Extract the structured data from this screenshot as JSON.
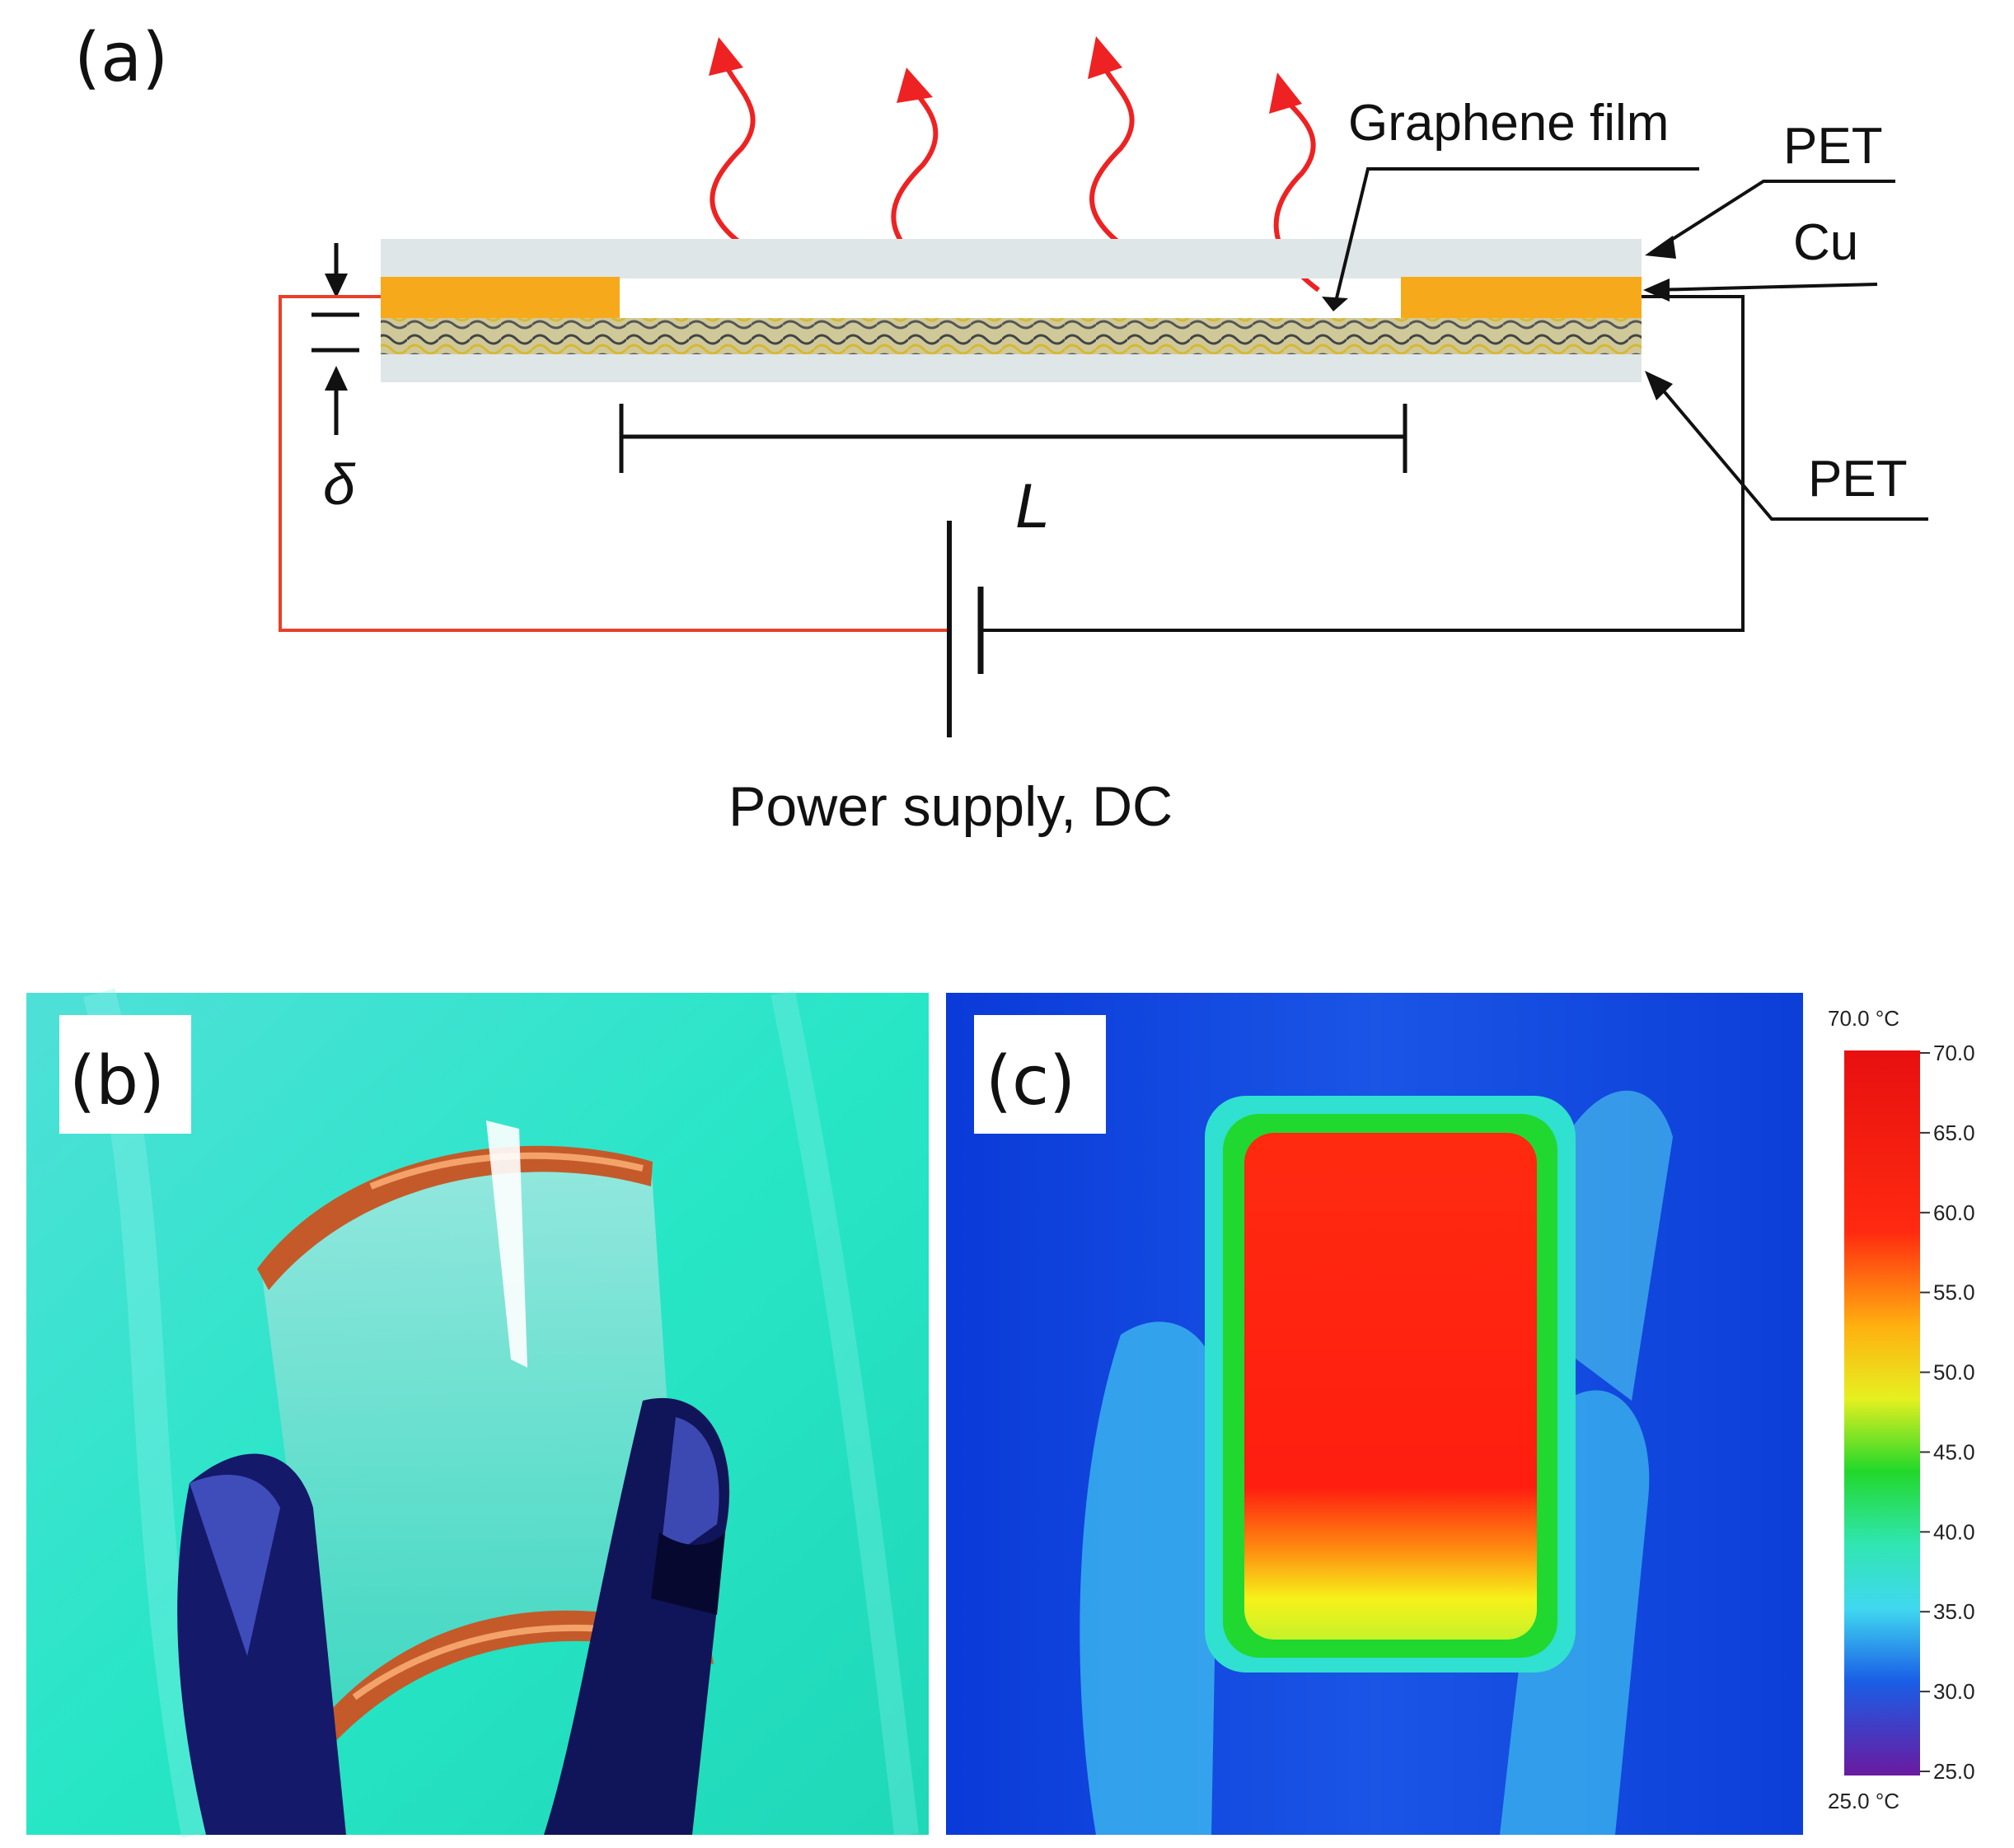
{
  "panel_a": {
    "tag": "(a)",
    "labels": {
      "graphene": "Graphene film",
      "pet_top": "PET",
      "cu": "Cu",
      "pet_bottom": "PET",
      "length": "L",
      "thickness": "δ",
      "power": "Power supply, DC"
    }
  },
  "panel_b": {
    "tag": "(b)"
  },
  "panel_c": {
    "tag": "(c)",
    "scale": {
      "max_label": "70.0 °C",
      "min_label": "25.0 °C",
      "ticks": [
        "70.0",
        "65.0",
        "60.0",
        "55.0",
        "50.0",
        "45.0",
        "40.0",
        "35.0",
        "30.0",
        "25.0"
      ]
    }
  },
  "colors": {
    "wire_positive": "#e8402a",
    "copper_electrode": "#f5a623",
    "pet_layer": "#dfe6e8",
    "heat_arrow": "#ee2222"
  }
}
